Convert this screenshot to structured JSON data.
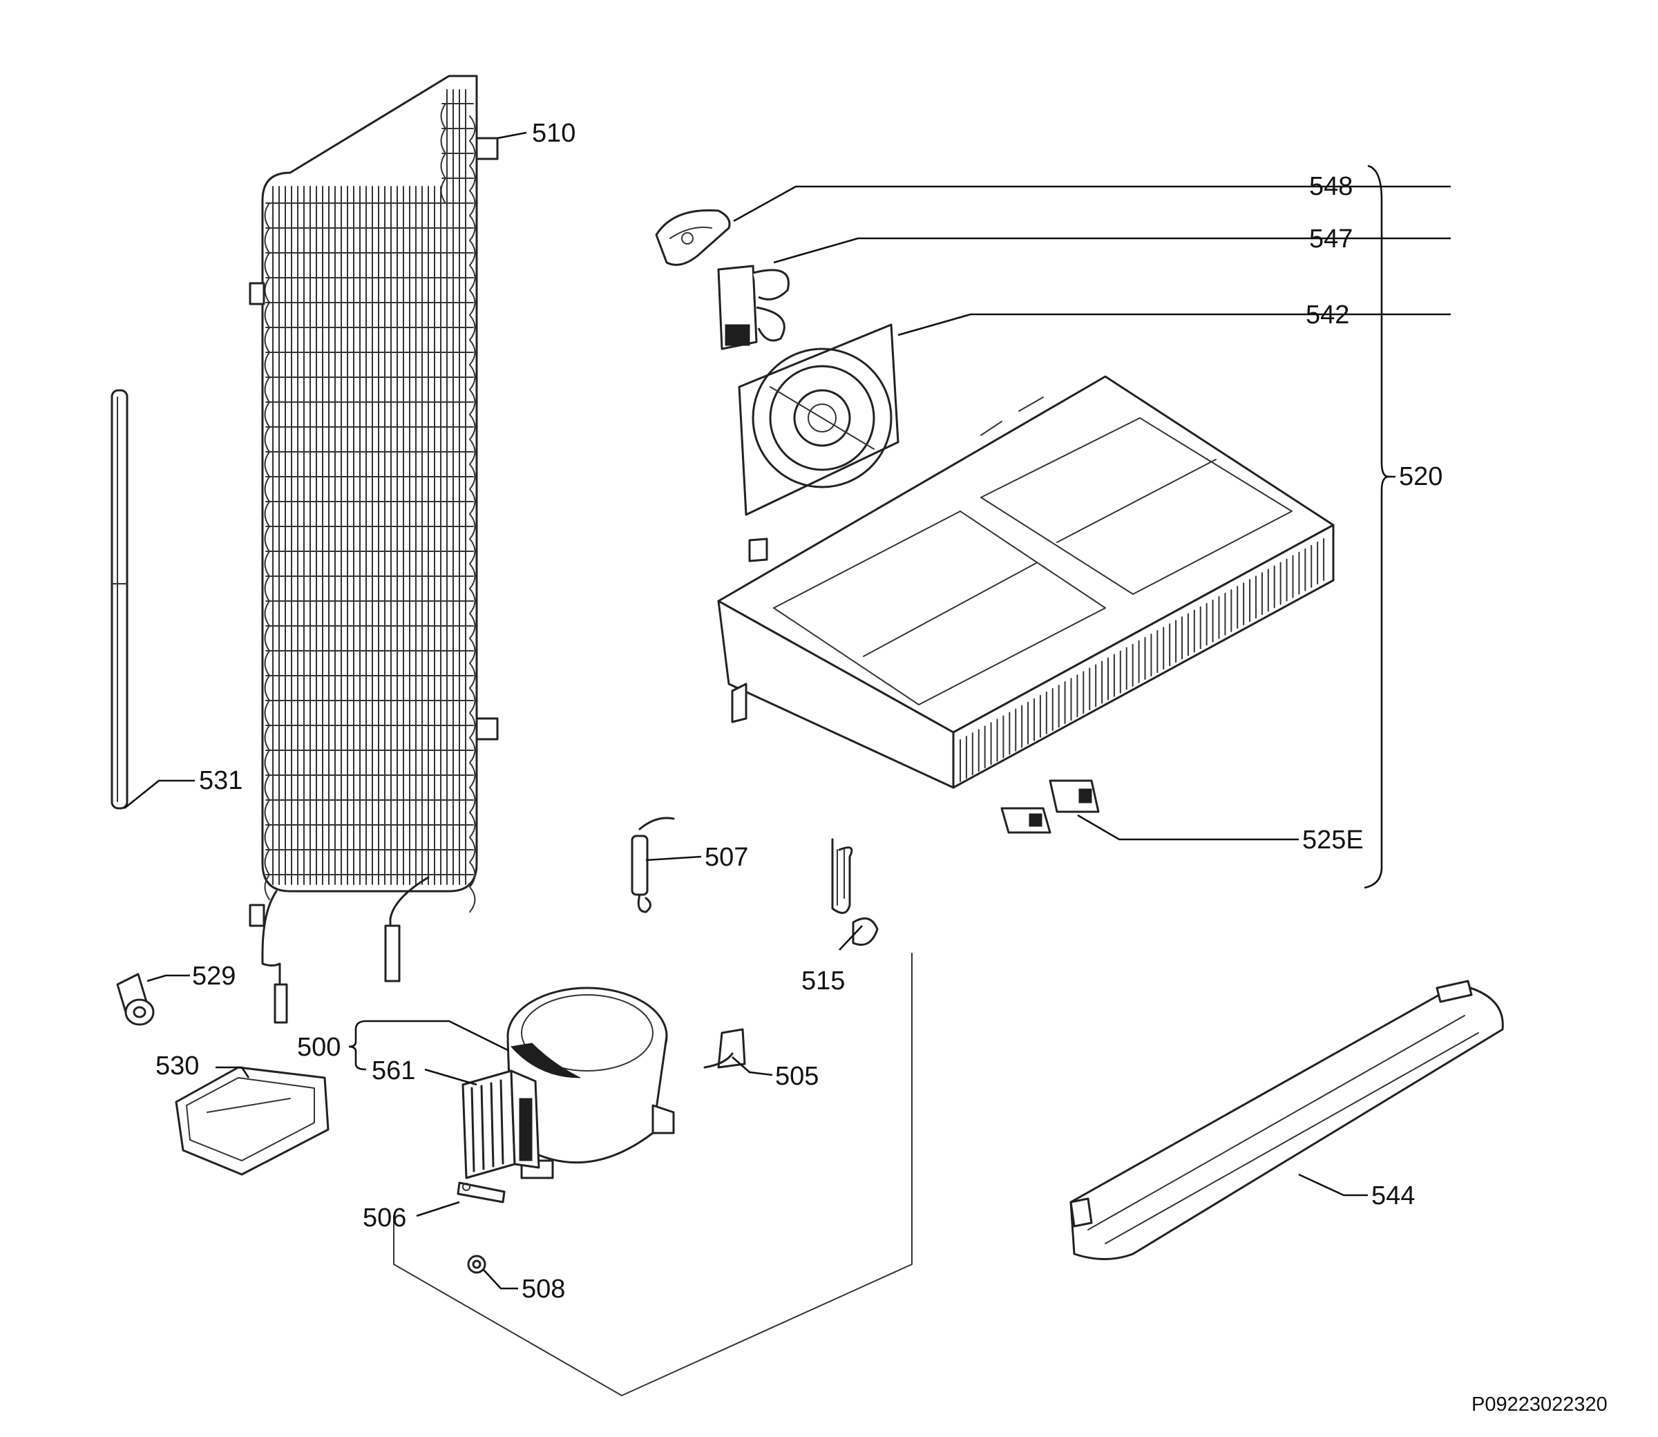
{
  "labels": {
    "p510": "510",
    "p548": "548",
    "p547": "547",
    "p542": "542",
    "p520": "520",
    "p531": "531",
    "p507": "507",
    "p525E": "525E",
    "p515": "515",
    "p529": "529",
    "p500": "500",
    "p561": "561",
    "p505": "505",
    "p530": "530",
    "p544": "544",
    "p506": "506",
    "p508": "508"
  },
  "drawing_number": "P09223022320"
}
